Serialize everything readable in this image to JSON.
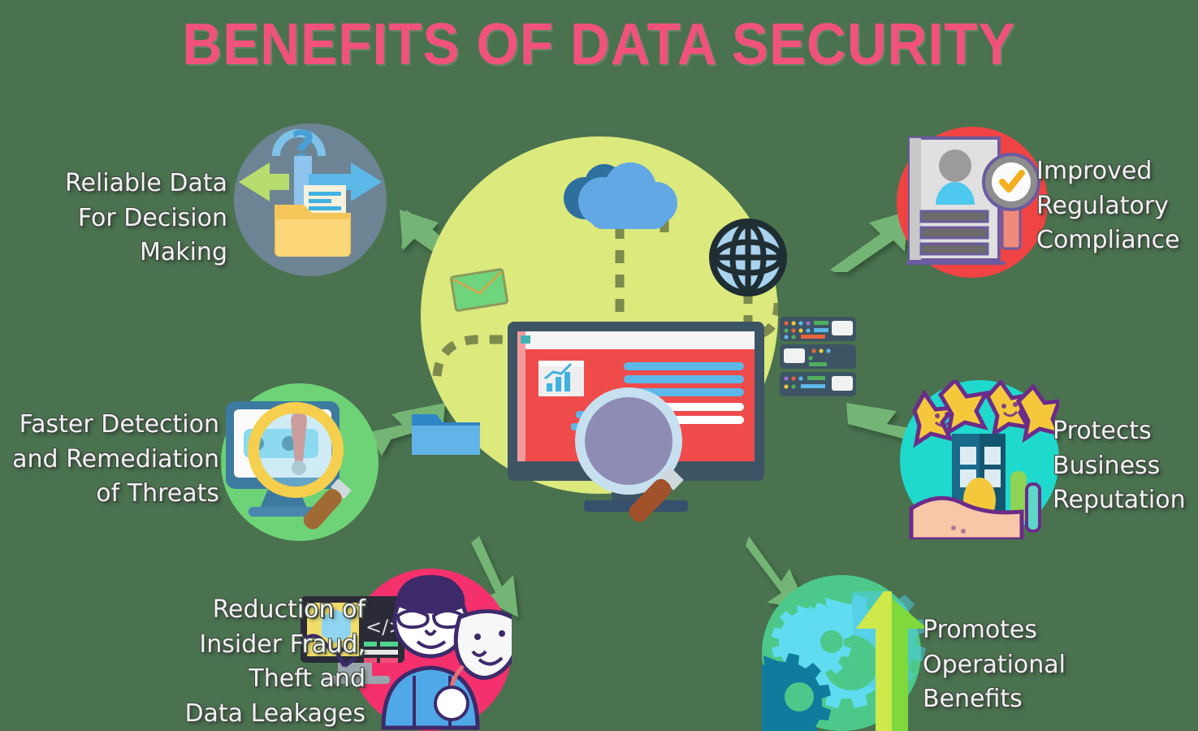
{
  "page": {
    "title": "BENEFITS OF DATA SECURITY",
    "background_color": "#4a724f",
    "title_color": "#f0527c",
    "label_color": "#f2f2f2"
  },
  "hub": {
    "name": "data-security-hub",
    "circle_color": "#dbe97d",
    "elements": [
      {
        "name": "cloud-icon",
        "color": "#5ba3e0"
      },
      {
        "name": "globe-icon",
        "color": "#1f2e33"
      },
      {
        "name": "envelope-icon",
        "color": "#6fd47e"
      },
      {
        "name": "monitor-icon",
        "color": "#3d5465"
      },
      {
        "name": "monitor-screen",
        "color": "#ef4b4b"
      },
      {
        "name": "magnifier-icon",
        "color": "#b9d6e8"
      },
      {
        "name": "server-rack-icon",
        "color": "#3d5465"
      },
      {
        "name": "folder-icon",
        "color": "#62b4e8"
      },
      {
        "name": "bar-chart-icon",
        "color": "#3fb2e0"
      }
    ]
  },
  "arrow": {
    "name": "connector-arrow",
    "color": "#74b474"
  },
  "benefits": [
    {
      "id": "reliable-data",
      "label": "Reliable Data\nFor Decision\nMaking",
      "align": "right",
      "circle_color": "#6d8494",
      "icon": "folder-exchange-icon"
    },
    {
      "id": "improved-compliance",
      "label": "Improved\nRegulatory\nCompliance",
      "align": "left",
      "circle_color": "#ef4443",
      "icon": "document-verified-icon"
    },
    {
      "id": "faster-detection",
      "label": "Faster Detection\nand Remediation\nof Threats",
      "align": "right",
      "circle_color": "#6ed377",
      "icon": "virus-scan-icon"
    },
    {
      "id": "protects-reputation",
      "label": "Protects\nBusiness\nReputation",
      "align": "left",
      "circle_color": "#1fd9cd",
      "icon": "hand-building-stars-icon"
    },
    {
      "id": "reduction-insider-fraud",
      "label": "Reduction of\nInsider Fraud,\nTheft and\nData Leakages",
      "align": "right",
      "circle_color": "#f4306d",
      "icon": "masked-insider-icon"
    },
    {
      "id": "promotes-operational-benefits",
      "label": "Promotes\nOperational\nBenefits",
      "align": "left",
      "circle_color": "#4cc98a",
      "icon": "gears-growth-icon"
    }
  ]
}
